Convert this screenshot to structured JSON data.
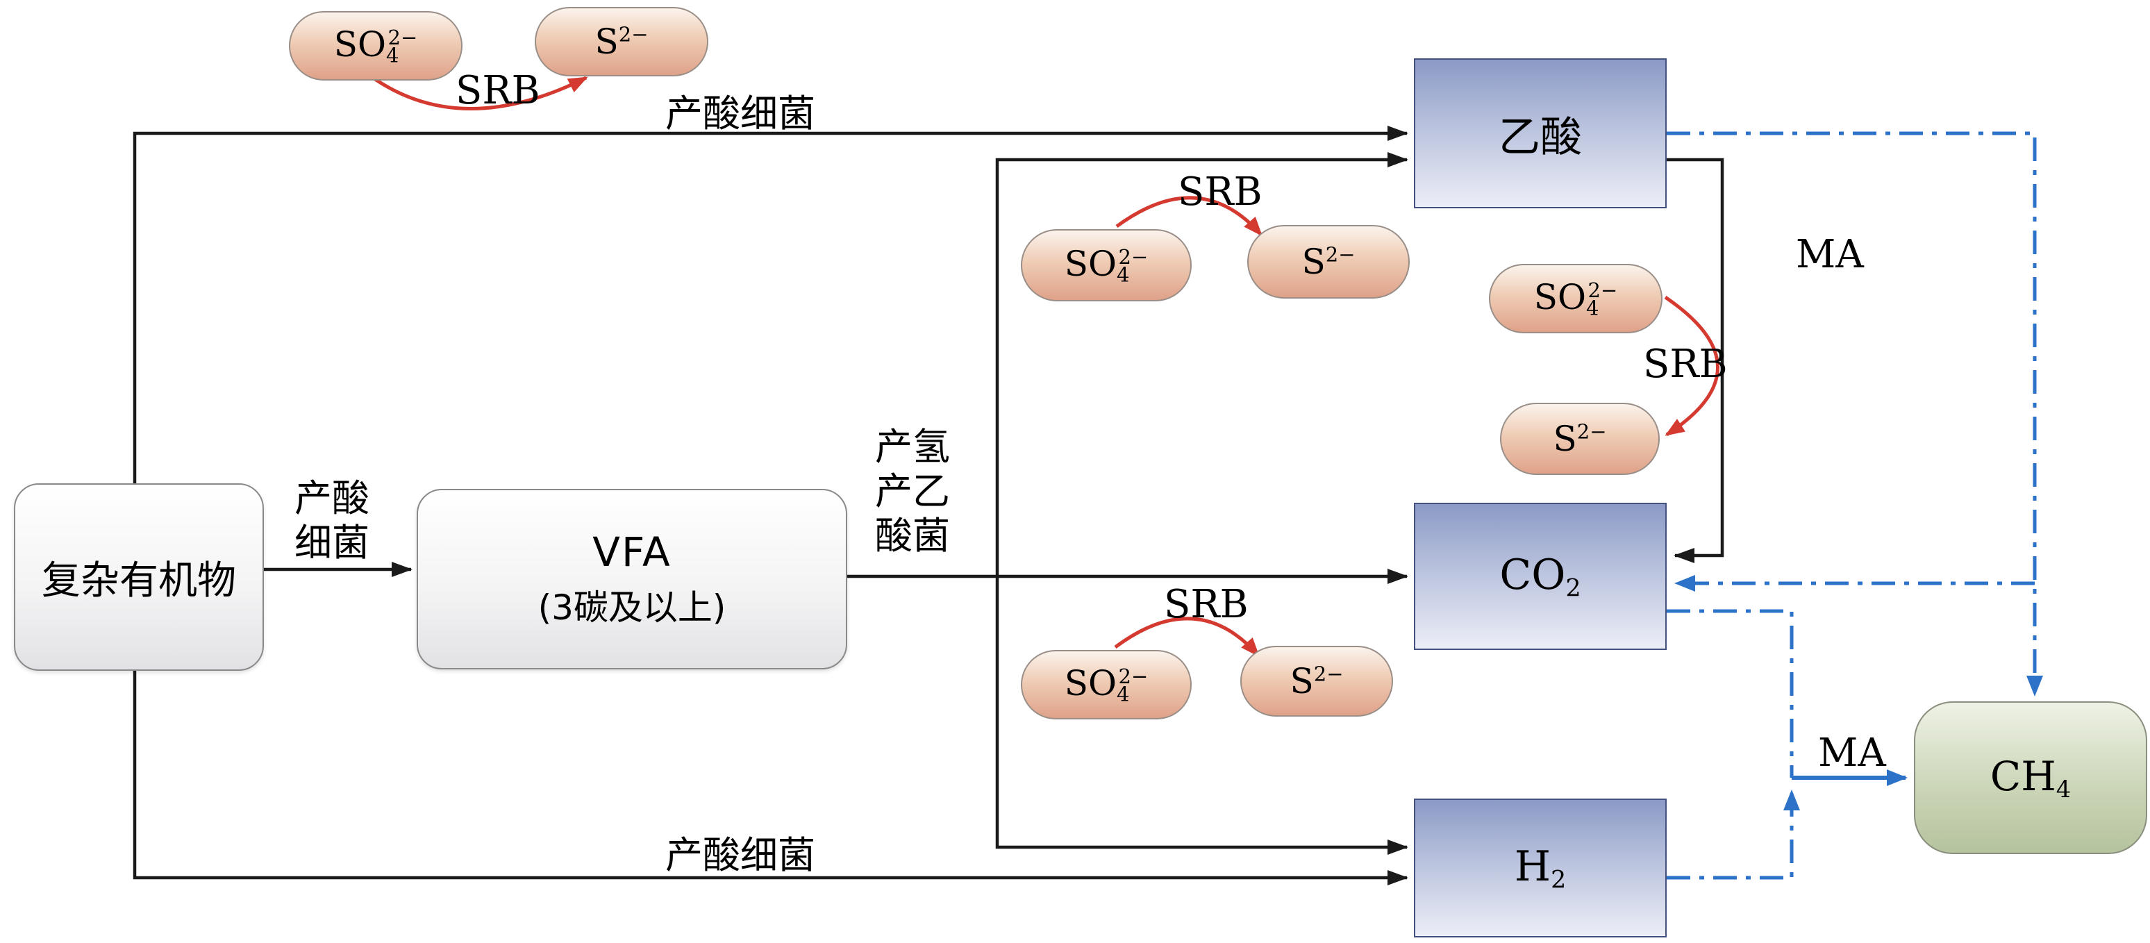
{
  "colors": {
    "arrow_black": "#1a1a1a",
    "arrow_red": "#d43a30",
    "arrow_blue": "#2b72c8",
    "node_blue_top": "#8b9ac6",
    "pill_orange": "#dfa289",
    "ch4_green": "#b5c39e"
  },
  "nodes": {
    "organic": {
      "label": "复杂有机物"
    },
    "vfa": {
      "line1": "VFA",
      "line2": "(3碳及以上)"
    },
    "acetate": {
      "label": "乙酸"
    },
    "co2": {
      "base": "CO",
      "sub": "2"
    },
    "h2": {
      "base": "H",
      "sub": "2"
    },
    "ch4": {
      "base": "CH",
      "sub": "4"
    },
    "so4": {
      "base": "SO",
      "sub": "4",
      "sup": "2−"
    },
    "s2": {
      "base": "S",
      "sup": "2−"
    }
  },
  "labels": {
    "srb": "SRB",
    "ma": "MA",
    "acidogens": "产酸细菌",
    "acidogens_l1": "产酸",
    "acidogens_l2": "细菌",
    "acetogens_l1": "产氢",
    "acetogens_l2": "产乙",
    "acetogens_l3": "酸菌"
  }
}
